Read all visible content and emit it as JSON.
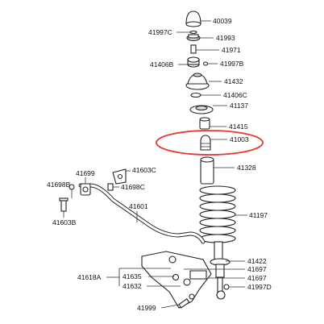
{
  "labels": {
    "l40039": "40039",
    "l41997C": "41997C",
    "l41993": "41993",
    "l41971": "41971",
    "l41406B": "41406B",
    "l41997B": "41997B",
    "l41432": "41432",
    "l41406C": "41406C",
    "l41137": "41137",
    "l41415": "41415",
    "l41003": "41003",
    "l41328": "41328",
    "l41197": "41197",
    "l41699": "41699",
    "l41603C": "41603C",
    "l41698B": "41698B",
    "l41698C": "41698C",
    "l41603B": "41603B",
    "l41601": "41601",
    "l41422": "41422",
    "l41697a": "41697",
    "l41697b": "41697",
    "l41997D": "41997D",
    "l41618A": "41618A",
    "l41635": "41635",
    "l41632": "41632",
    "l41999": "41999"
  },
  "highlight_color": "#e53935"
}
